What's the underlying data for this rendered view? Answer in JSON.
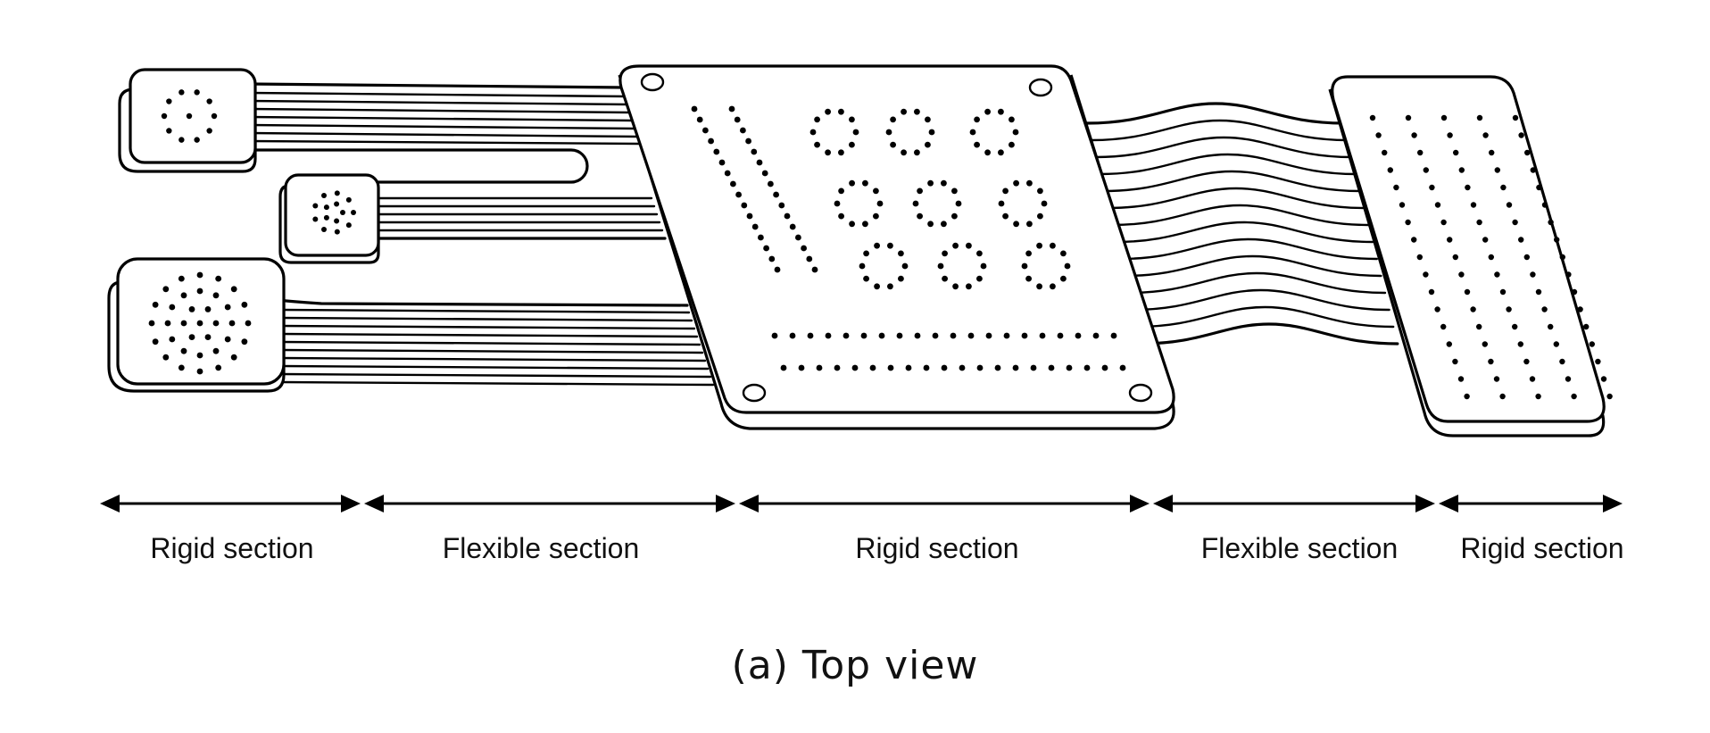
{
  "sections": [
    {
      "label": "Rigid section"
    },
    {
      "label": "Flexible section"
    },
    {
      "label": "Rigid section"
    },
    {
      "label": "Flexible section"
    },
    {
      "label": "Rigid section"
    }
  ],
  "caption": "(a) Top view",
  "colors": {
    "stroke": "#000000",
    "background": "#ffffff"
  }
}
